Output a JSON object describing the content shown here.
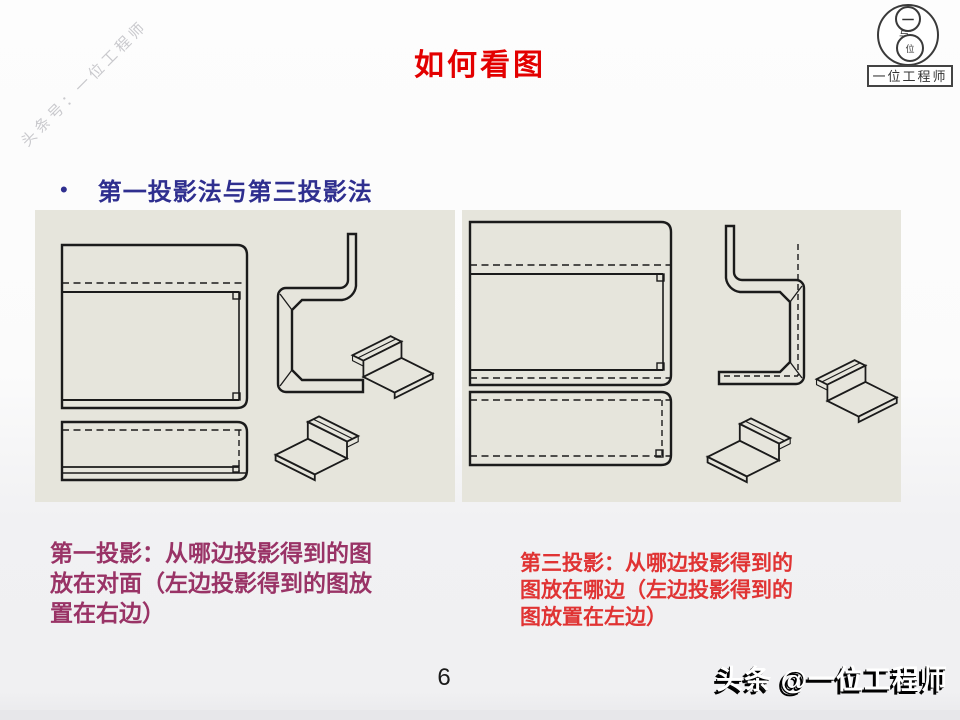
{
  "watermark": "头条号：一位工程师",
  "title": "如何看图",
  "logo": {
    "circle_top": "一",
    "circle_mid": "与",
    "circle_bottom": "位",
    "badge": "一位工程师"
  },
  "bullet": {
    "marker": "•",
    "label": "第一投影法与第三投影法"
  },
  "captions": {
    "first": {
      "lines": [
        "第一投影：从哪边投影得到的图",
        "放在对面（左边投影得到的图放",
        "置在右边）"
      ],
      "color": "#993366"
    },
    "third": {
      "lines": [
        "第三投影：从哪边投影得到的",
        "图放在哪边（左边投影得到的",
        "图放置在左边）"
      ],
      "color": "#E03333"
    }
  },
  "footer": {
    "page_number": "6",
    "brand": "头条 @一位工程师"
  },
  "colors": {
    "title": "#E30000",
    "bullet_text": "#2F2F8F",
    "panel_background": "#E6E5DC",
    "drawing_line": "#1B1B1B",
    "watermark": "#C9C9CD"
  }
}
